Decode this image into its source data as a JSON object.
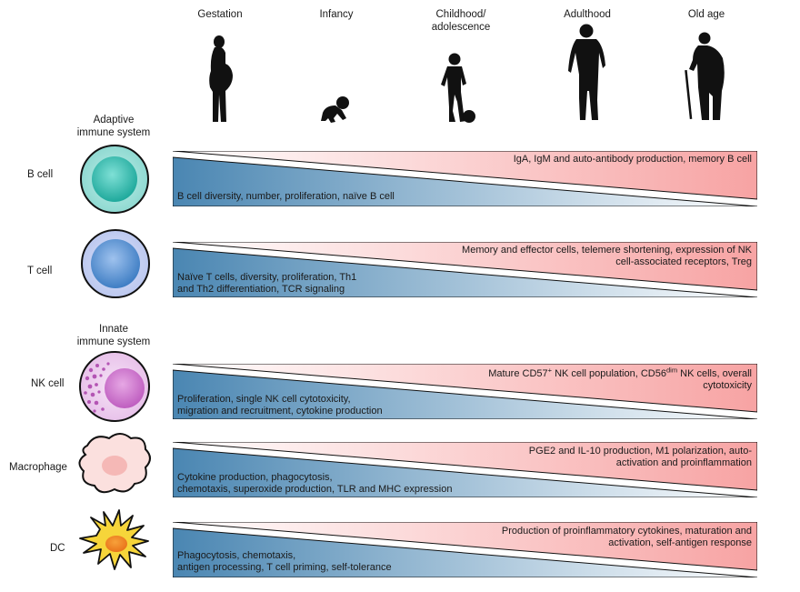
{
  "stages": [
    "Gestation",
    "Infancy",
    "Childhood/\nadolescence",
    "Adulthood",
    "Old age"
  ],
  "sections": {
    "adaptive": "Adaptive\nimmune system",
    "innate": "Innate\nimmune system"
  },
  "cells": [
    {
      "name": "B cell",
      "upper": "IgA, IgM and auto-antibody production, memory B cell",
      "lower": "B cell diversity, number, proliferation, naïve B cell"
    },
    {
      "name": "T cell",
      "upper": "Memory and effector cells, telemere shortening, expression of NK\ncell-associated receptors, Treg",
      "lower": "Naïve T cells, diversity, proliferation, Th1\nand Th2 differentiation, TCR signaling"
    },
    {
      "name": "NK cell",
      "upper_parts": [
        "Mature CD57",
        "+",
        " NK cell population, CD56",
        "dim",
        " NK cells, overall",
        "cytotoxicity"
      ],
      "lower": "Proliferation, single NK cell cytotoxicity,\nmigration and recruitment, cytokine production"
    },
    {
      "name": "Macrophage",
      "upper": "PGE2 and IL-10 production, M1 polarization, auto-\nactivation and proinflammation",
      "lower": "Cytokine production, phagocytosis,\nchemotaxis, superoxide production, TLR and MHC expression"
    },
    {
      "name": "DC",
      "upper": "Production of proinflammatory cytokines,  maturation and\nactivation, self-antigen response",
      "lower": "Phagocytosis, chemotaxis,\nantigen processing, T cell priming, self-tolerance"
    }
  ],
  "colors": {
    "blue": "#4a86b2",
    "red": "#f7a3a3",
    "light": "#ffffff"
  }
}
